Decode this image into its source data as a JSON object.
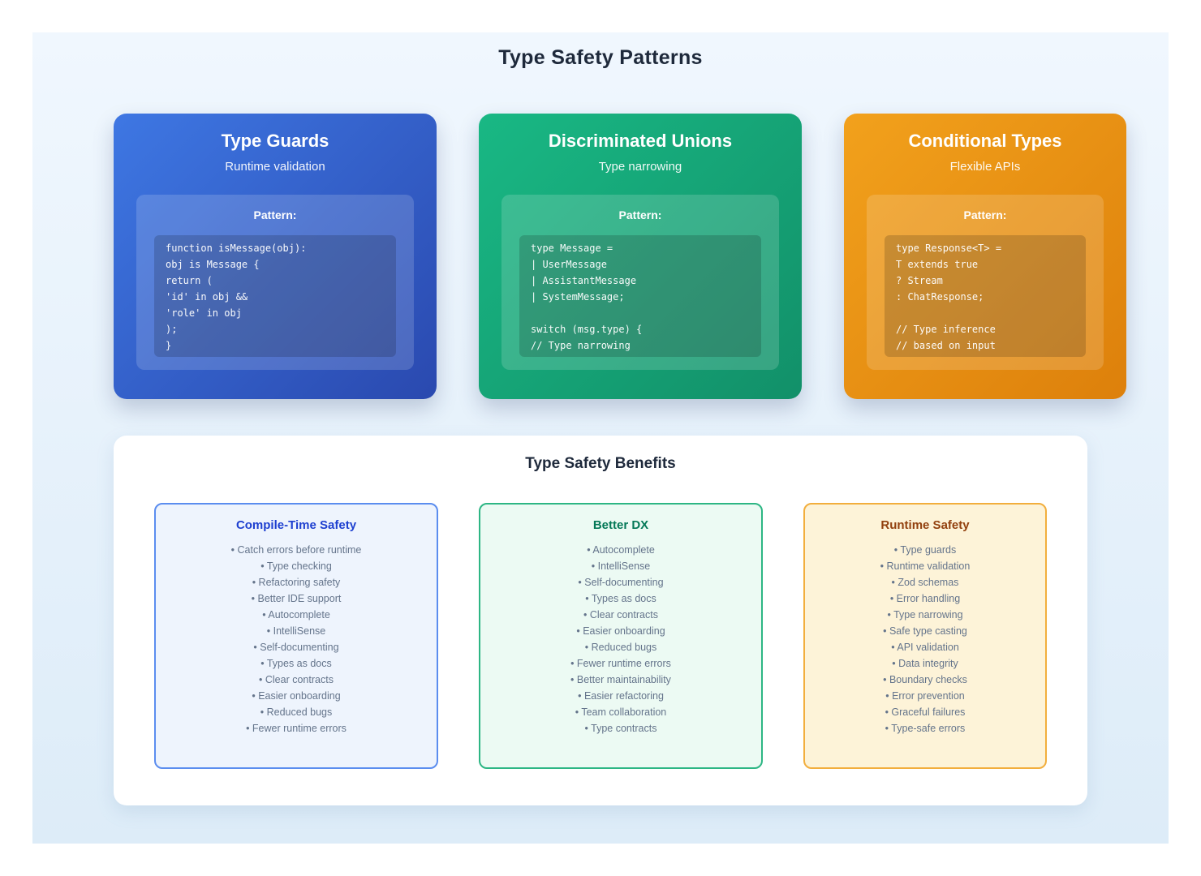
{
  "page": {
    "title": "Type Safety Patterns"
  },
  "bullet": "•",
  "pattern_cards": [
    {
      "id": "type-guards",
      "title": "Type Guards",
      "subtitle": "Runtime validation",
      "pattern_label": "Pattern:",
      "code_lines": [
        "function isMessage(obj):",
        "obj is Message {",
        "return (",
        "'id' in obj &&",
        "'role' in obj",
        ");",
        "}"
      ],
      "gradient_start": "#3e77e3",
      "gradient_end": "#2a49af"
    },
    {
      "id": "discriminated-unions",
      "title": "Discriminated Unions",
      "subtitle": "Type narrowing",
      "pattern_label": "Pattern:",
      "code_lines": [
        "type Message =",
        "| UserMessage",
        "| AssistantMessage",
        "| SystemMessage;",
        "",
        "switch (msg.type) {",
        "// Type narrowing"
      ],
      "gradient_start": "#19b884",
      "gradient_end": "#129069"
    },
    {
      "id": "conditional-types",
      "title": "Conditional Types",
      "subtitle": "Flexible APIs",
      "pattern_label": "Pattern:",
      "code_lines": [
        "type Response<T> =",
        "T extends true",
        "? Stream",
        ": ChatResponse;",
        "",
        "// Type inference",
        "// based on input"
      ],
      "gradient_start": "#f2a11c",
      "gradient_end": "#dd800b"
    }
  ],
  "benefits": {
    "title": "Type Safety Benefits",
    "groups": [
      {
        "id": "compile-time-safety",
        "title": "Compile-Time Safety",
        "title_color": "#1e40d0",
        "border_color": "#5b8def",
        "bg_color": "#eef4fd",
        "items": [
          "Catch errors before runtime",
          "Type checking",
          "Refactoring safety",
          "Better IDE support",
          "Autocomplete",
          "IntelliSense",
          "Self-documenting",
          "Types as docs",
          "Clear contracts",
          "Easier onboarding",
          "Reduced bugs",
          "Fewer runtime errors"
        ]
      },
      {
        "id": "better-dx",
        "title": "Better DX",
        "title_color": "#047857",
        "border_color": "#2db684",
        "bg_color": "#ecfaf3",
        "items": [
          "Autocomplete",
          "IntelliSense",
          "Self-documenting",
          "Types as docs",
          "Clear contracts",
          "Easier onboarding",
          "Reduced bugs",
          "Fewer runtime errors",
          "Better maintainability",
          "Easier refactoring",
          "Team collaboration",
          "Type contracts"
        ]
      },
      {
        "id": "runtime-safety",
        "title": "Runtime Safety",
        "title_color": "#92400e",
        "border_color": "#f2ae3d",
        "bg_color": "#fdf3d8",
        "items": [
          "Type guards",
          "Runtime validation",
          "Zod schemas",
          "Error handling",
          "Type narrowing",
          "Safe type casting",
          "API validation",
          "Data integrity",
          "Boundary checks",
          "Error prevention",
          "Graceful failures",
          "Type-safe errors"
        ]
      }
    ]
  }
}
